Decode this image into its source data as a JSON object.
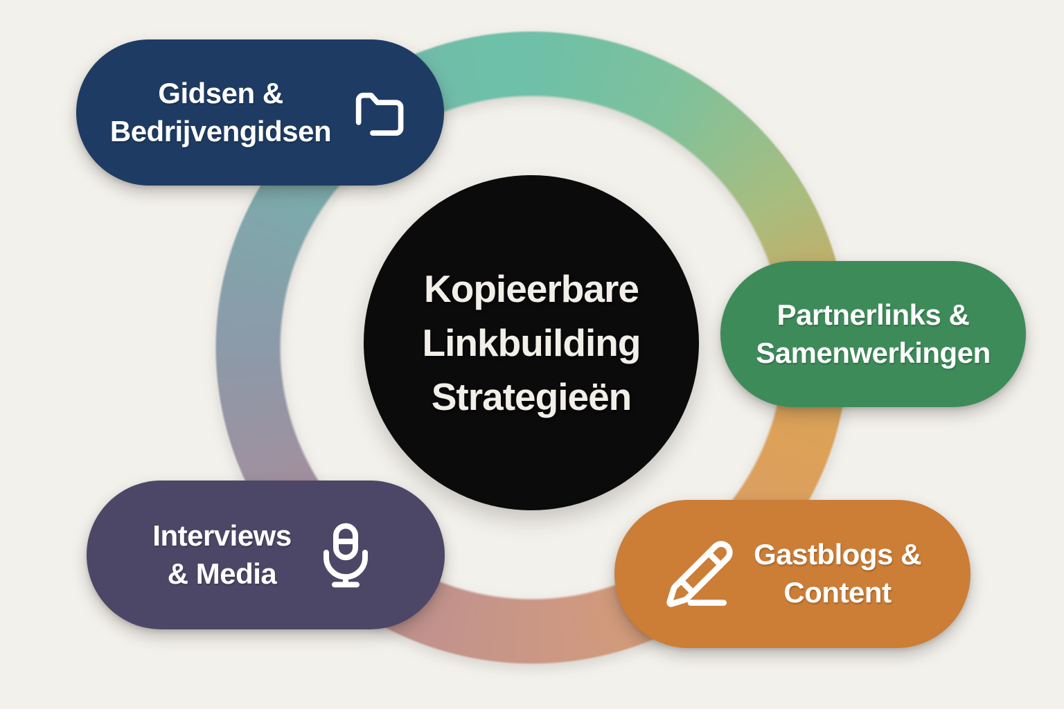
{
  "canvas": {
    "background_color": "#f3f1ec"
  },
  "center": {
    "title_lines": [
      "Kopieerbare",
      "Linkbuilding",
      "Strategieën"
    ],
    "circle_color": "#0b0b0b",
    "text_color": "#f1efe8"
  },
  "ring": {
    "colors_clockwise_from_top": [
      "#6ec0a8",
      "#a9bd7e",
      "#dda158",
      "#cd9883",
      "#bd9090",
      "#a28f9e",
      "#8c9aa9",
      "#79aeac"
    ]
  },
  "nodes": [
    {
      "label_lines": [
        "Gidsen &",
        "Bedrijvengidsen"
      ],
      "color": "#1e3c63",
      "icon": "folder-icon",
      "icon_position": "right"
    },
    {
      "label_lines": [
        "Partnerlinks &",
        "Samenwerkingen"
      ],
      "color": "#3e8b5a",
      "icon": "none",
      "icon_position": "none"
    },
    {
      "label_lines": [
        "Gastblogs &",
        "Content"
      ],
      "color": "#cc7d36",
      "icon": "pencil-icon",
      "icon_position": "left"
    },
    {
      "label_lines": [
        "Interviews",
        "& Media"
      ],
      "color": "#4c4767",
      "icon": "microphone-icon",
      "icon_position": "right"
    }
  ]
}
